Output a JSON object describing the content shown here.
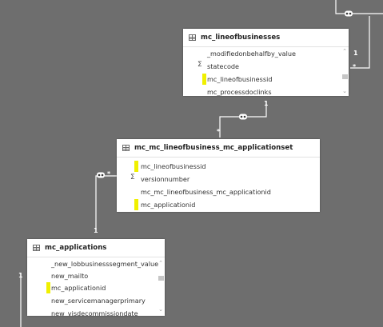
{
  "tables": [
    {
      "id": "lineofbusinesses",
      "title": "mc_lineofbusinesses",
      "columns": [
        {
          "name": "_modifiedonbehalfby_value",
          "marker": "none"
        },
        {
          "name": "statecode",
          "marker": "sigma"
        },
        {
          "name": "mc_lineofbusinessid",
          "marker": "key"
        },
        {
          "name": "mc_processdoclinks",
          "marker": "none"
        }
      ],
      "scrollbar": true
    },
    {
      "id": "junction",
      "title": "mc_mc_lineofbusiness_mc_applicationset",
      "columns": [
        {
          "name": "mc_lineofbusinessid",
          "marker": "key"
        },
        {
          "name": "versionnumber",
          "marker": "sigma"
        },
        {
          "name": "mc_mc_lineofbusiness_mc_applicationid",
          "marker": "none"
        },
        {
          "name": "mc_applicationid",
          "marker": "key"
        }
      ],
      "scrollbar": false
    },
    {
      "id": "applications",
      "title": "mc_applications",
      "columns": [
        {
          "name": "_new_lobbusinesssegment_value",
          "marker": "none"
        },
        {
          "name": "new_mailto",
          "marker": "none"
        },
        {
          "name": "mc_applicationid",
          "marker": "key"
        },
        {
          "name": "new_servicemanagerprimary",
          "marker": "none"
        },
        {
          "name": "new_visdecommissiondate",
          "marker": "none"
        }
      ],
      "scrollbar": true
    }
  ],
  "relationships": [
    {
      "from": "lineofbusinesses",
      "to": "junction",
      "from_card": "1",
      "to_card": "*"
    },
    {
      "from": "applications",
      "to": "junction",
      "from_card": "1",
      "to_card": "*"
    },
    {
      "from": "offscreen-top",
      "to": "lineofbusinesses",
      "from_card": "1",
      "to_card": "*"
    }
  ],
  "cardinality_labels": {
    "one": "1",
    "many": "*"
  },
  "colors": {
    "canvas": "#6e6e6e",
    "key_marker": "#f0f000",
    "connector": "#ffffff"
  }
}
